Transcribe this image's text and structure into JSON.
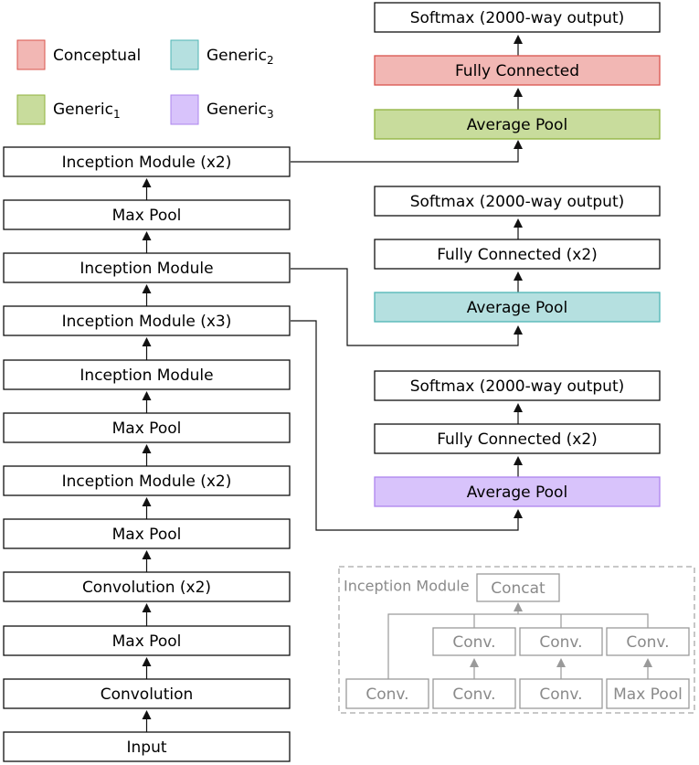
{
  "colors": {
    "conceptual": {
      "fill": "#f2b7b4",
      "stroke": "#d9544d"
    },
    "generic1": {
      "fill": "#c8dc9c",
      "stroke": "#8fb23c"
    },
    "generic2": {
      "fill": "#b5e0e0",
      "stroke": "#4fb5b5"
    },
    "generic3": {
      "fill": "#d8c3fb",
      "stroke": "#ad84ee"
    },
    "plain": {
      "fill": "#ffffff",
      "stroke": "#111111"
    },
    "inset": {
      "fill": "#ffffff",
      "stroke": "#9a9a9a",
      "text": "#8a8a8a"
    }
  },
  "legend": {
    "conceptual": {
      "label": "Conceptual"
    },
    "generic1": {
      "label": "Generic",
      "subscript": "1"
    },
    "generic2": {
      "label": "Generic",
      "subscript": "2"
    },
    "generic3": {
      "label": "Generic",
      "subscript": "3"
    }
  },
  "main_stack": [
    "Input",
    "Convolution",
    "Max Pool",
    "Convolution (x2)",
    "Max Pool",
    "Inception Module (x2)",
    "Max Pool",
    "Inception Module",
    "Inception Module (x3)",
    "Inception Module",
    "Max Pool",
    "Inception Module (x2)"
  ],
  "branch1": {
    "pool": "Average Pool",
    "fc": "Fully Connected",
    "softmax": "Softmax (2000-way output)"
  },
  "branch2": {
    "pool": "Average Pool",
    "fc": "Fully Connected (x2)",
    "softmax": "Softmax (2000-way output)"
  },
  "branch3": {
    "pool": "Average Pool",
    "fc": "Fully Connected (x2)",
    "softmax": "Softmax (2000-way output)"
  },
  "inset": {
    "title": "Inception Module",
    "concat": "Concat",
    "upper_convs": [
      "Conv.",
      "Conv.",
      "Conv."
    ],
    "lower": [
      "Conv.",
      "Conv.",
      "Conv.",
      "Max Pool"
    ]
  }
}
